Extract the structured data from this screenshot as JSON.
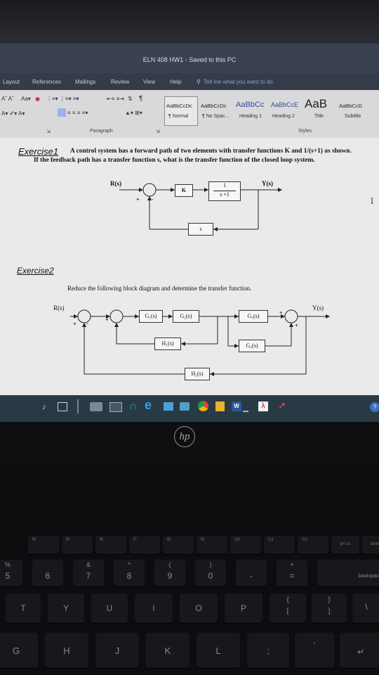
{
  "window": {
    "title": "ELN 408 HW1  -  Saved to this PC"
  },
  "ribbon_tabs": [
    "Layout",
    "References",
    "Mailings",
    "Review",
    "View",
    "Help"
  ],
  "tell_me": "Tell me what you want to do",
  "styles": [
    {
      "preview": "AaBbCcDc",
      "label": "¶ Normal"
    },
    {
      "preview": "AaBbCcDc",
      "label": "¶ No Spac..."
    },
    {
      "preview": "AaBbCc",
      "label": "Heading 1"
    },
    {
      "preview": "AaBbCcE",
      "label": "Heading 2"
    },
    {
      "preview": "AaB",
      "label": "Title"
    },
    {
      "preview": "AaBbCcD",
      "label": "Subtitle"
    }
  ],
  "groups": {
    "paragraph": "Paragraph",
    "styles": "Styles"
  },
  "exercise1": {
    "title": "Exercise1",
    "text": "A control system has a forward path of two elements with transfer functions K and 1/(s+1) as shown. If the feedback path has a transfer function s, what is the transfer function of the closed loop system.",
    "R": "R(s)",
    "Y": "Y(s)",
    "K": "K",
    "num": "1",
    "den": "s +1",
    "fb": "s",
    "plus": "+",
    "minus": "-"
  },
  "exercise2": {
    "title": "Exercise2",
    "text": "Reduce the following block diagram and determine the transfer function.",
    "R": "R(s)",
    "Y": "Y(s)",
    "G1": "G₁(s)",
    "G2": "G₂(s)",
    "G3": "G₃(s)",
    "G4": "G₄(s)",
    "H1": "H₁(s)",
    "H2": "H₂(s)"
  },
  "laptop_brand": "hp",
  "keyboard": {
    "row_fn": [
      "f4",
      "f5",
      "f6",
      "f7",
      "f8",
      "f9",
      "f10",
      "f11",
      "f12",
      "prt sc",
      "delete"
    ],
    "row_num": [
      "5",
      "6",
      "7",
      "8",
      "9",
      "0",
      "-",
      "=",
      "backspace"
    ],
    "row_num_top": [
      "%",
      "",
      "&",
      "*",
      "(",
      ")",
      "",
      "+",
      ""
    ],
    "row_top": [
      "T",
      "Y",
      "U",
      "I",
      "O",
      "P",
      "[",
      "]",
      "\\"
    ],
    "row_top_alt": [
      "",
      "",
      "",
      "",
      "",
      "",
      "{",
      "}",
      ""
    ],
    "row_home": [
      "G",
      "H",
      "J",
      "K",
      "L",
      ";",
      "'",
      "↵"
    ]
  }
}
